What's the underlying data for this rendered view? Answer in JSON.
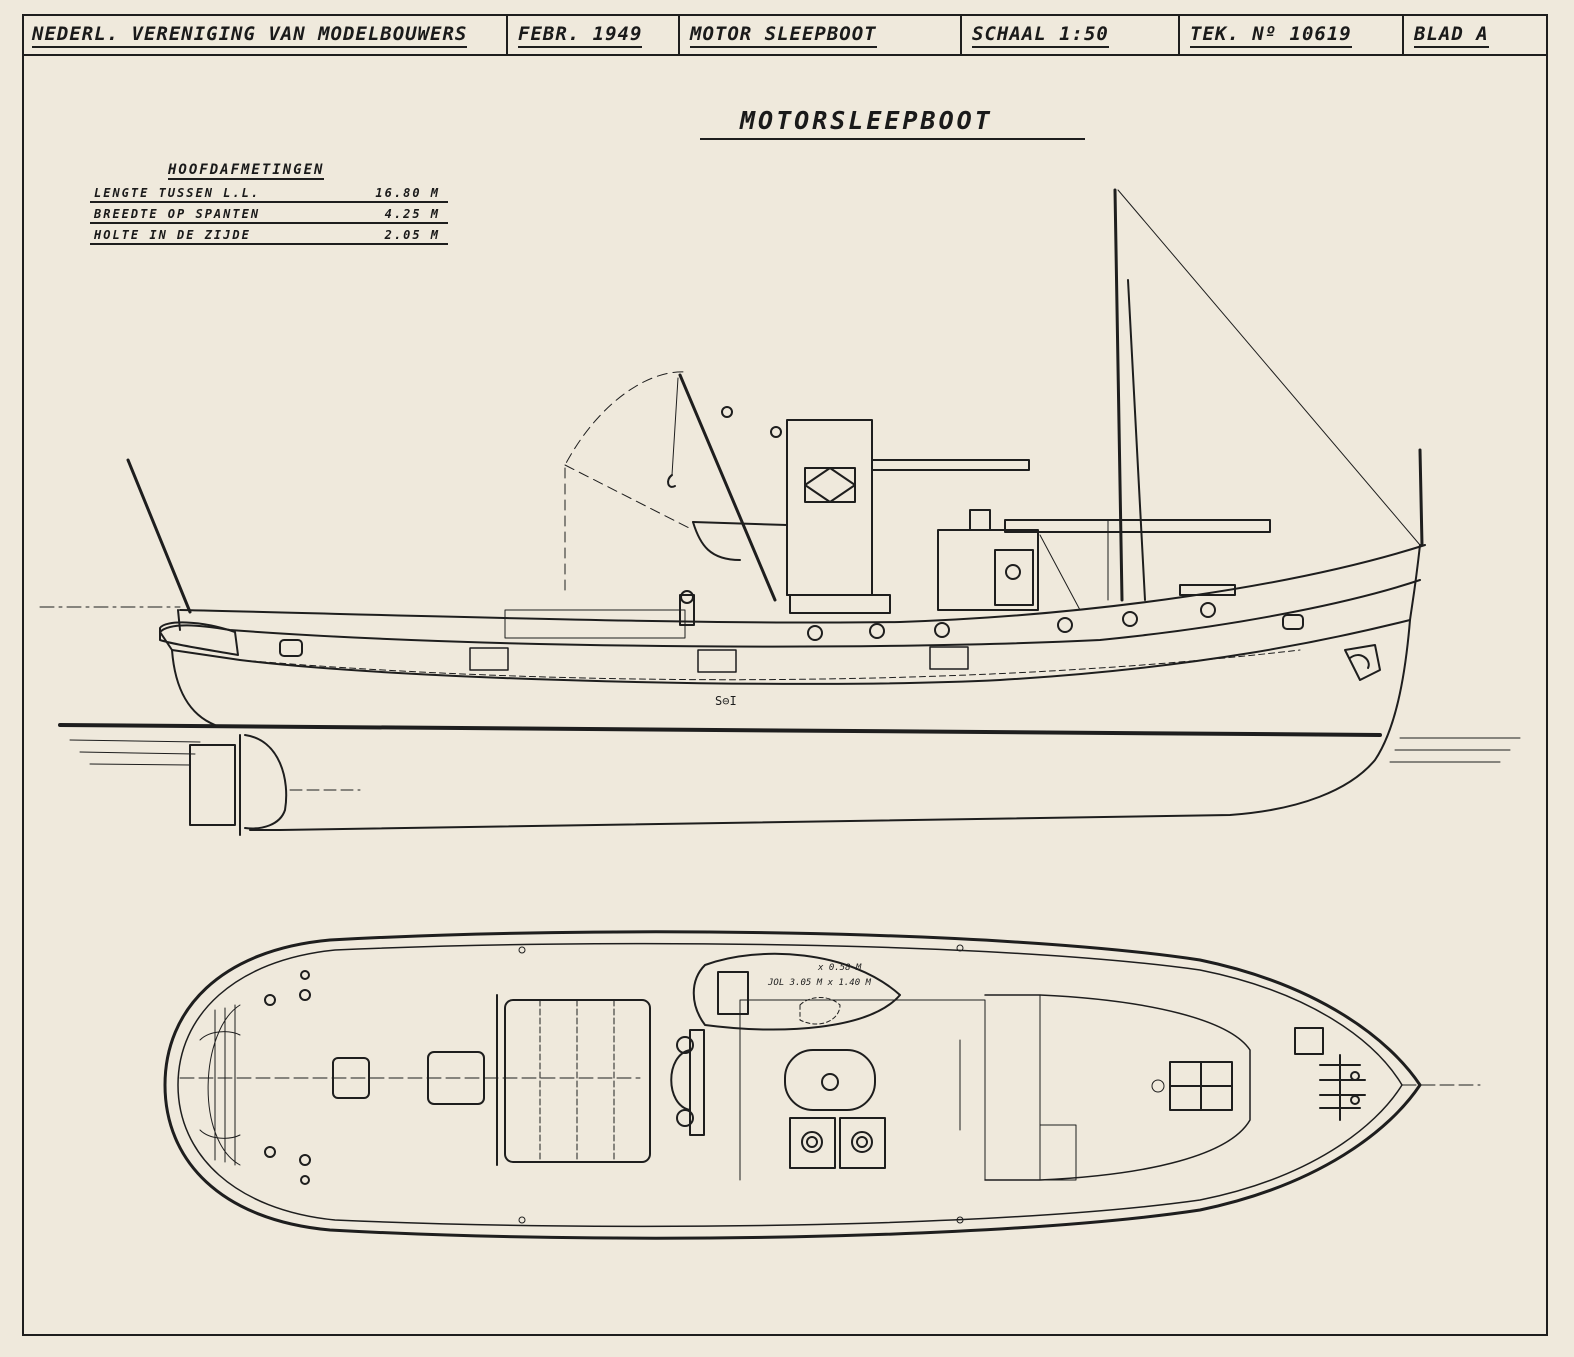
{
  "title_block": {
    "association": "NEDERL. VERENIGING VAN MODELBOUWERS",
    "date": "FEBR. 1949",
    "subject": "MOTOR SLEEPBOOT",
    "scale": "SCHAAL 1:50",
    "drawing_number": "TEK. Nº 10619",
    "sheet": "BLAD A"
  },
  "drawing_title": "MOTORSLEEPBOOT",
  "main_dimensions": {
    "heading": "HOOFDAFMETINGEN",
    "rows": [
      {
        "label": "LENGTE TUSSEN L.L.",
        "value": "16.80 M"
      },
      {
        "label": "BREEDTE OP SPANTEN",
        "value": "4.25 M"
      },
      {
        "label": "HOLTE IN DE ZIJDE",
        "value": "2.05 M"
      }
    ]
  },
  "plan_labels": {
    "dinghy": "JOL 3.05 M x 1.40 M",
    "dinghy_mark": "x 0.58 M"
  },
  "colors": {
    "paper": "#efe9dc",
    "ink": "#1e1e1e"
  }
}
